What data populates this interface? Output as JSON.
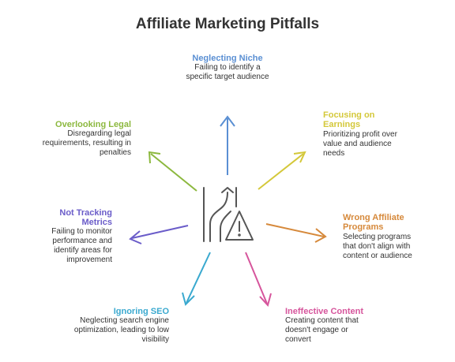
{
  "title": "Affiliate Marketing Pitfalls",
  "colors": {
    "niche": "#5a8fd3",
    "earnings": "#d4c83a",
    "programs": "#d6893b",
    "content": "#d6559c",
    "seo": "#3aa9cf",
    "tracking": "#6a5cc9",
    "legal": "#8cb83e",
    "icon": "#555555"
  },
  "items": {
    "niche": {
      "title": "Neglecting Niche",
      "desc": "Failing to identify a specific target audience"
    },
    "earnings": {
      "title": "Focusing on Earnings",
      "desc": "Prioritizing profit over value and audience needs"
    },
    "programs": {
      "title": "Wrong Affiliate Programs",
      "desc": "Selecting programs that don't align with content or audience"
    },
    "content": {
      "title": "Ineffective Content",
      "desc": "Creating content that doesn't engage or convert"
    },
    "seo": {
      "title": "Ignoring SEO",
      "desc": "Neglecting search engine optimization, leading to low visibility"
    },
    "tracking": {
      "title": "Not Tracking Metrics",
      "desc": "Failing to monitor performance and identify areas for improvement"
    },
    "legal": {
      "title": "Overlooking Legal",
      "desc": "Disregarding legal requirements, resulting in penalties"
    }
  },
  "center_icon": "road-warning-icon"
}
